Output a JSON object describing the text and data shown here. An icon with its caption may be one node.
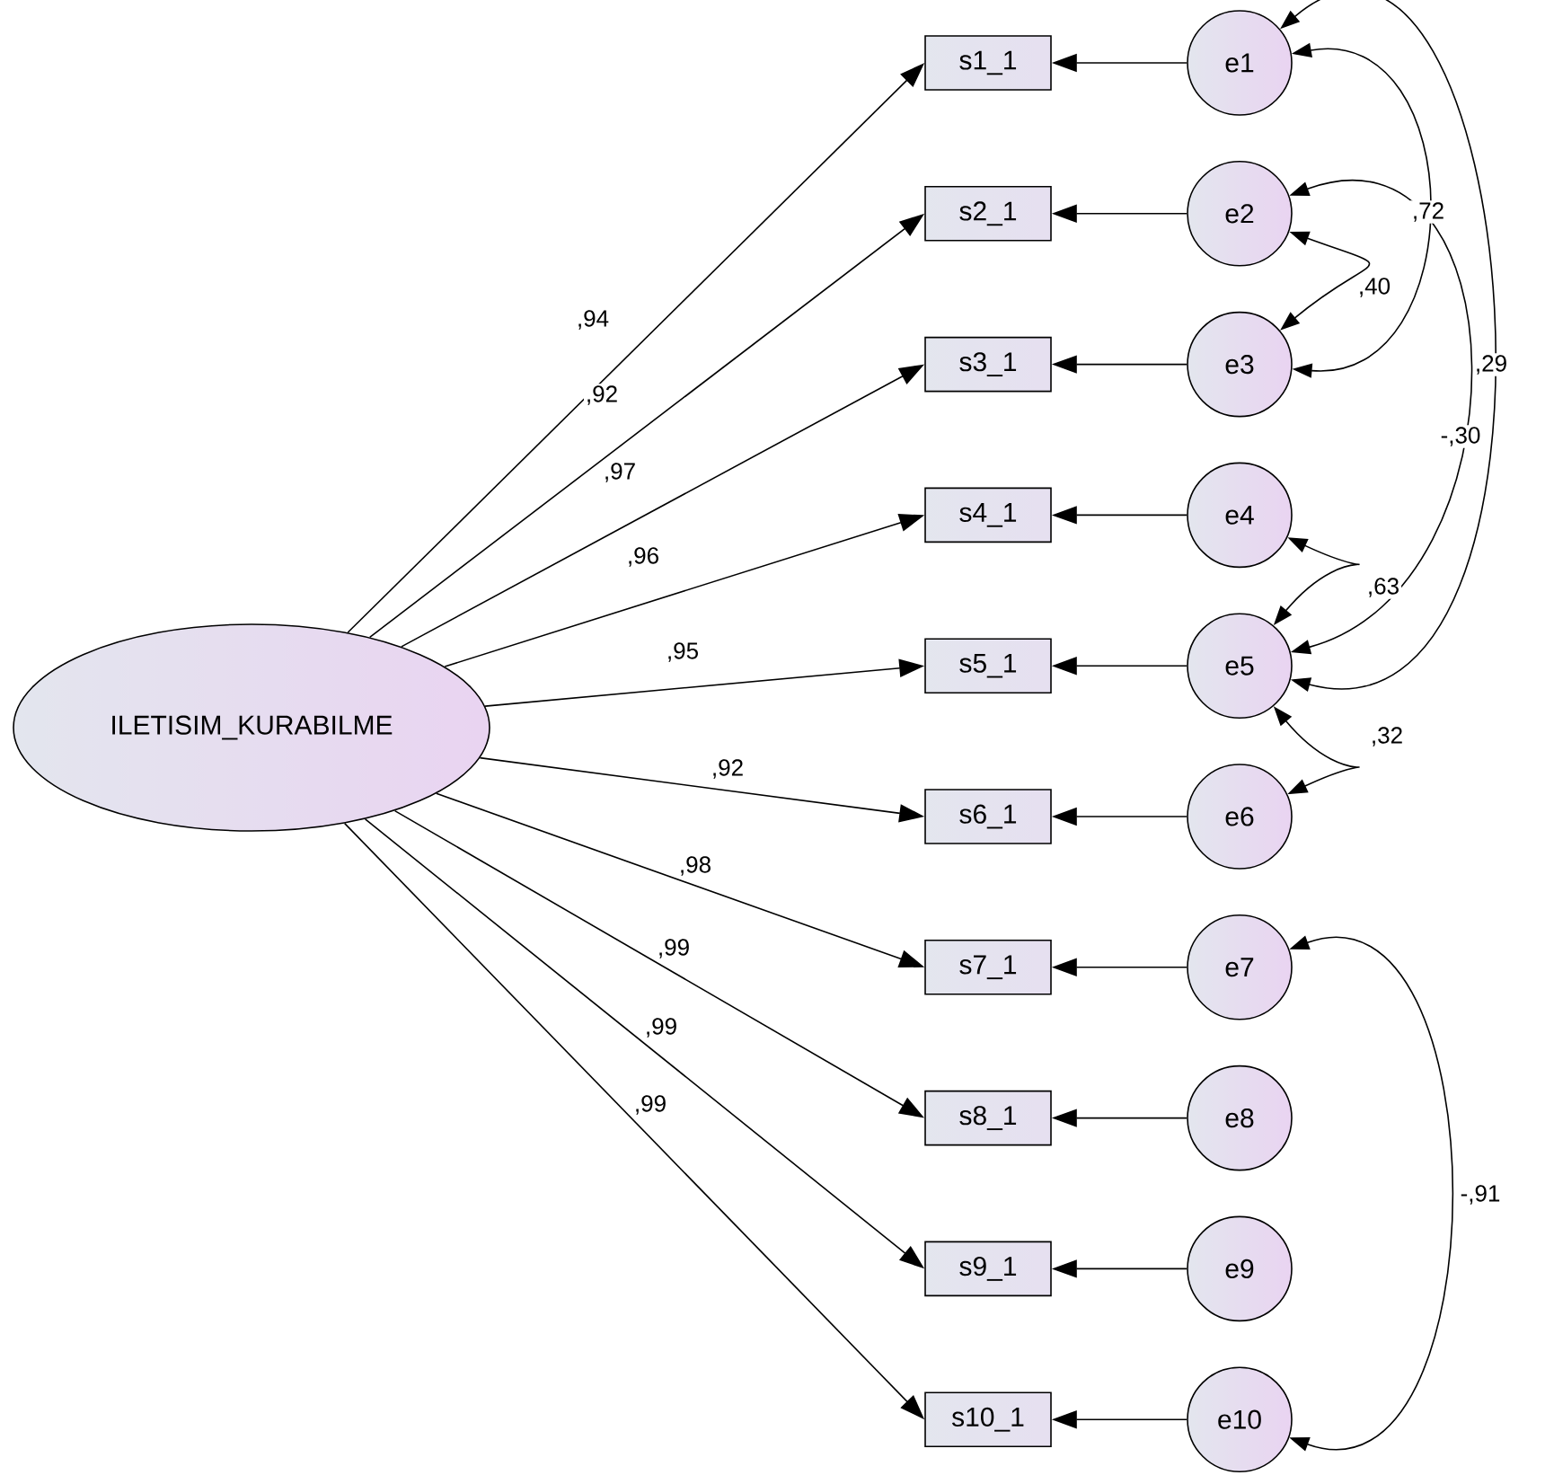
{
  "diagram": {
    "nodes": [
      {
        "text": [
          "ILETISIM_KURABILME"
        ]
      },
      {
        "text": [
          "s1_1"
        ]
      },
      {
        "text": [
          "s2_1"
        ]
      },
      {
        "text": [
          "s3_1"
        ]
      },
      {
        "text": [
          "s4_1"
        ]
      },
      {
        "text": [
          "s5_1"
        ]
      },
      {
        "text": [
          "s6_1"
        ]
      },
      {
        "text": [
          "s7_1"
        ]
      },
      {
        "text": [
          "s8_1"
        ]
      },
      {
        "text": [
          "s9_1"
        ]
      },
      {
        "text": [
          "s10_1"
        ]
      },
      {
        "text": [
          "e1"
        ]
      },
      {
        "text": [
          "e2"
        ]
      },
      {
        "text": [
          "e3"
        ]
      },
      {
        "text": [
          "e4"
        ]
      },
      {
        "text": [
          "e5"
        ]
      },
      {
        "text": [
          "e6"
        ]
      },
      {
        "text": [
          "e7"
        ]
      },
      {
        "text": [
          "e8"
        ]
      },
      {
        "text": [
          "e9"
        ]
      },
      {
        "text": [
          "e10"
        ]
      }
    ],
    "edges": [
      {
        "from": 0,
        "to": 1,
        "arrow": "to",
        "label": ",94"
      },
      {
        "from": 0,
        "to": 2,
        "arrow": "to",
        "label": ",92"
      },
      {
        "from": 0,
        "to": 3,
        "arrow": "to",
        "label": ",97"
      },
      {
        "from": 0,
        "to": 4,
        "arrow": "to",
        "label": ",96"
      },
      {
        "from": 0,
        "to": 5,
        "arrow": "to",
        "label": ",95"
      },
      {
        "from": 0,
        "to": 6,
        "arrow": "to",
        "label": ",92"
      },
      {
        "from": 0,
        "to": 7,
        "arrow": "to",
        "label": ",98"
      },
      {
        "from": 0,
        "to": 8,
        "arrow": "to",
        "label": ",99"
      },
      {
        "from": 0,
        "to": 9,
        "arrow": "to",
        "label": ",99"
      },
      {
        "from": 0,
        "to": 10,
        "arrow": "to",
        "label": ",99"
      },
      {
        "from": 11,
        "to": 1,
        "arrow": "to"
      },
      {
        "from": 12,
        "to": 2,
        "arrow": "to"
      },
      {
        "from": 13,
        "to": 3,
        "arrow": "to"
      },
      {
        "from": 14,
        "to": 4,
        "arrow": "to"
      },
      {
        "from": 15,
        "to": 5,
        "arrow": "to"
      },
      {
        "from": 16,
        "to": 6,
        "arrow": "to"
      },
      {
        "from": 17,
        "to": 7,
        "arrow": "to"
      },
      {
        "from": 18,
        "to": 8,
        "arrow": "to"
      },
      {
        "from": 19,
        "to": 9,
        "arrow": "to"
      },
      {
        "from": 20,
        "to": 10,
        "arrow": "to"
      },
      {
        "from": 11,
        "to": 13,
        "arrow": "both",
        "label": ",72"
      },
      {
        "from": 12,
        "to": 13,
        "arrow": "both",
        "label": ",40"
      },
      {
        "from": 11,
        "to": 15,
        "arrow": "both",
        "label": ",29"
      },
      {
        "from": 12,
        "to": 15,
        "arrow": "both",
        "label": "-,30"
      },
      {
        "from": 14,
        "to": 15,
        "arrow": "both",
        "label": ",63"
      },
      {
        "from": 15,
        "to": 16,
        "arrow": "both",
        "label": ",32"
      },
      {
        "from": 17,
        "to": 20,
        "arrow": "both",
        "label": "-,91"
      }
    ]
  }
}
